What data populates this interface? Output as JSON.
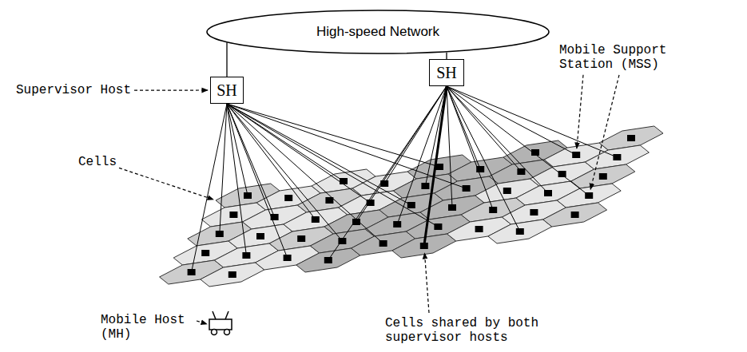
{
  "diagram": {
    "nodes": [
      {
        "text": [
          "High-speed Network"
        ]
      },
      {
        "text": [
          "SH"
        ]
      },
      {
        "text": [
          "SH"
        ]
      }
    ],
    "edges": [
      {
        "from": 0,
        "to": 1,
        "arrow": "none"
      },
      {
        "from": 0,
        "to": 2,
        "arrow": "none"
      }
    ],
    "labels": [
      "Supervisor Host",
      "Mobile Support Station (MSS)",
      "Cells",
      "Mobile Host (MH)",
      "Cells shared by both supervisor hosts"
    ]
  }
}
